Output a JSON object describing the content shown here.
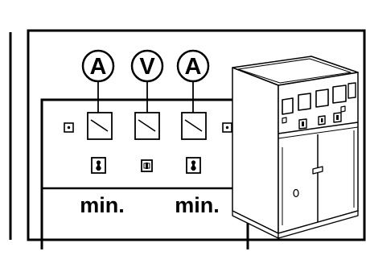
{
  "meters": {
    "left_symbol": "A",
    "center_symbol": "V",
    "right_symbol": "A"
  },
  "labels": {
    "left": "min.",
    "right": "min."
  },
  "colors": {
    "ink": "#000000",
    "background": "#ffffff"
  }
}
